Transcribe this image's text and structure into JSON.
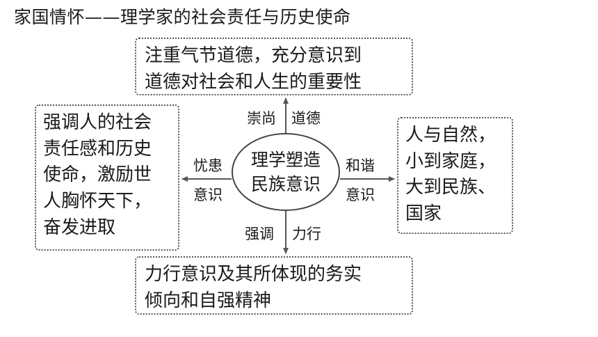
{
  "title": "家国情怀——理学家的社会责任与历史使命",
  "center": {
    "line1": "理学塑造",
    "line2": "民族意识"
  },
  "top_box": {
    "line1": "注重气节道德，充分意识到",
    "line2": "道德对社会和人生的重要性"
  },
  "left_box": {
    "lines": [
      "强调人的社会",
      "责任感和历史",
      "使命，激励世",
      "人胸怀天下，",
      "奋发进取"
    ]
  },
  "right_box": {
    "lines": [
      "人与自然，",
      "小到家庭，",
      "大到民族、",
      "国家"
    ]
  },
  "bottom_box": {
    "line1": "力行意识及其所体现的务实",
    "line2": "倾向和自强精神"
  },
  "arrow_labels": {
    "up_left": "崇尚",
    "up_right": "道德",
    "left_top": "忧患",
    "left_bottom": "意识",
    "right_top": "和谐",
    "right_bottom": "意识",
    "down_left": "强调",
    "down_right": "力行"
  },
  "colors": {
    "line": "#555555",
    "border": "#555555"
  }
}
